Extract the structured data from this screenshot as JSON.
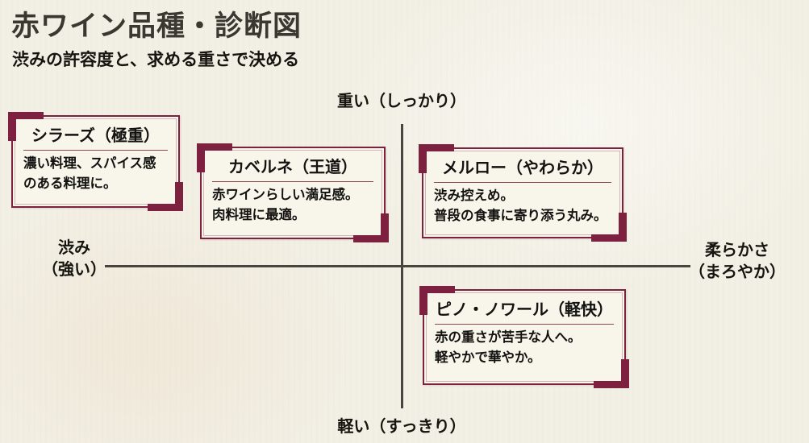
{
  "page": {
    "title": "赤ワイン品種・診断図",
    "subtitle": "渋みの許容度と、求める重さで決める"
  },
  "axes": {
    "top": "重い（しっかり）",
    "bottom": "軽い（すっきり）",
    "left_line1": "渋み",
    "left_line2": "（強い）",
    "right_line1": "柔らかさ",
    "right_line2": "（まろやか）"
  },
  "cards": [
    {
      "title": "シラーズ（極重）",
      "body_line1": "濃い料理、スパイス感",
      "body_line2": "のある料理に。"
    },
    {
      "title": "カベルネ（王道）",
      "body_line1": "赤ワインらしい満足感。",
      "body_line2": "肉料理に最適。"
    },
    {
      "title": "メルロー（やわらか）",
      "body_line1": "渋み控えめ。",
      "body_line2": "普段の食事に寄り添う丸み。"
    },
    {
      "title": "ピノ・ノワール（軽快）",
      "body_line1": "赤の重さが苦手な人へ。",
      "body_line2": "軽やかで華やか。"
    }
  ],
  "colors": {
    "background": "#f2efe4",
    "card_background": "#f8f5eb",
    "accent_maroon": "#7e2140",
    "axis_line": "#46453f",
    "text": "#15140f"
  }
}
